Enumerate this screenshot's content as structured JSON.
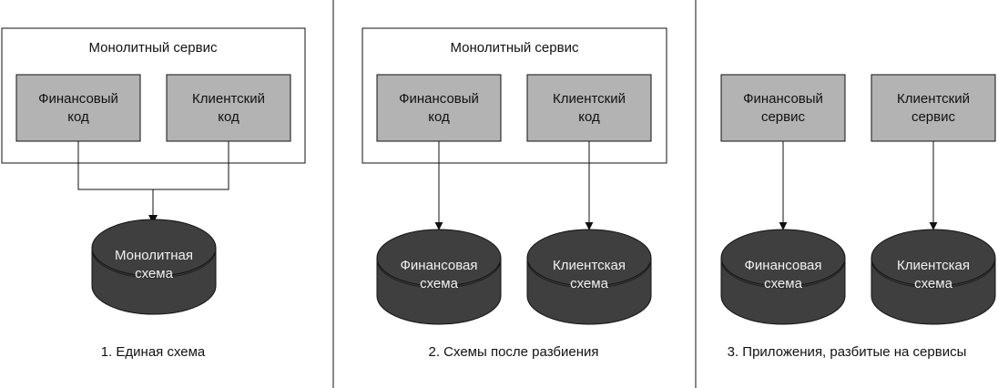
{
  "panels": [
    {
      "caption": "1. Единая схема",
      "container": "Монолитный сервис",
      "boxes": [
        {
          "line1": "Финансовый",
          "line2": "код"
        },
        {
          "line1": "Клиентский",
          "line2": "код"
        }
      ],
      "databases": [
        {
          "line1": "Монолитная",
          "line2": "схема"
        }
      ]
    },
    {
      "caption": "2. Схемы после разбиения",
      "container": "Монолитный сервис",
      "boxes": [
        {
          "line1": "Финансовый",
          "line2": "код"
        },
        {
          "line1": "Клиентский",
          "line2": "код"
        }
      ],
      "databases": [
        {
          "line1": "Финансовая",
          "line2": "схема"
        },
        {
          "line1": "Клиентская",
          "line2": "схема"
        }
      ]
    },
    {
      "caption": "3. Приложения, разбитые на сервисы",
      "boxes": [
        {
          "line1": "Финансовый",
          "line2": "сервис"
        },
        {
          "line1": "Клиентский",
          "line2": "сервис"
        }
      ],
      "databases": [
        {
          "line1": "Финансовая",
          "line2": "схема"
        },
        {
          "line1": "Клиентская",
          "line2": "схема"
        }
      ]
    }
  ],
  "colors": {
    "box_fill": "#b3b3b3",
    "db_fill": "#3f3f3f",
    "line": "#111111",
    "db_text": "#f2f2f2"
  }
}
